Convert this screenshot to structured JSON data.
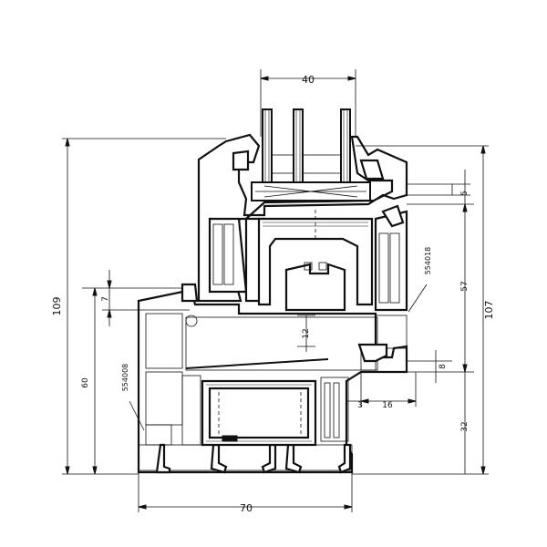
{
  "diagram": {
    "dimensions": {
      "top_width": "40",
      "bottom_width": "70",
      "left_total": "109",
      "right_total": "107",
      "left_60": "60",
      "left_7": "7",
      "right_57": "57",
      "right_32": "32",
      "right_5": "5",
      "right_8": "8",
      "center_12": "12",
      "bottom_3": "3",
      "bottom_16": "16"
    },
    "profile_codes": {
      "sash": "554018",
      "frame": "554008"
    }
  }
}
